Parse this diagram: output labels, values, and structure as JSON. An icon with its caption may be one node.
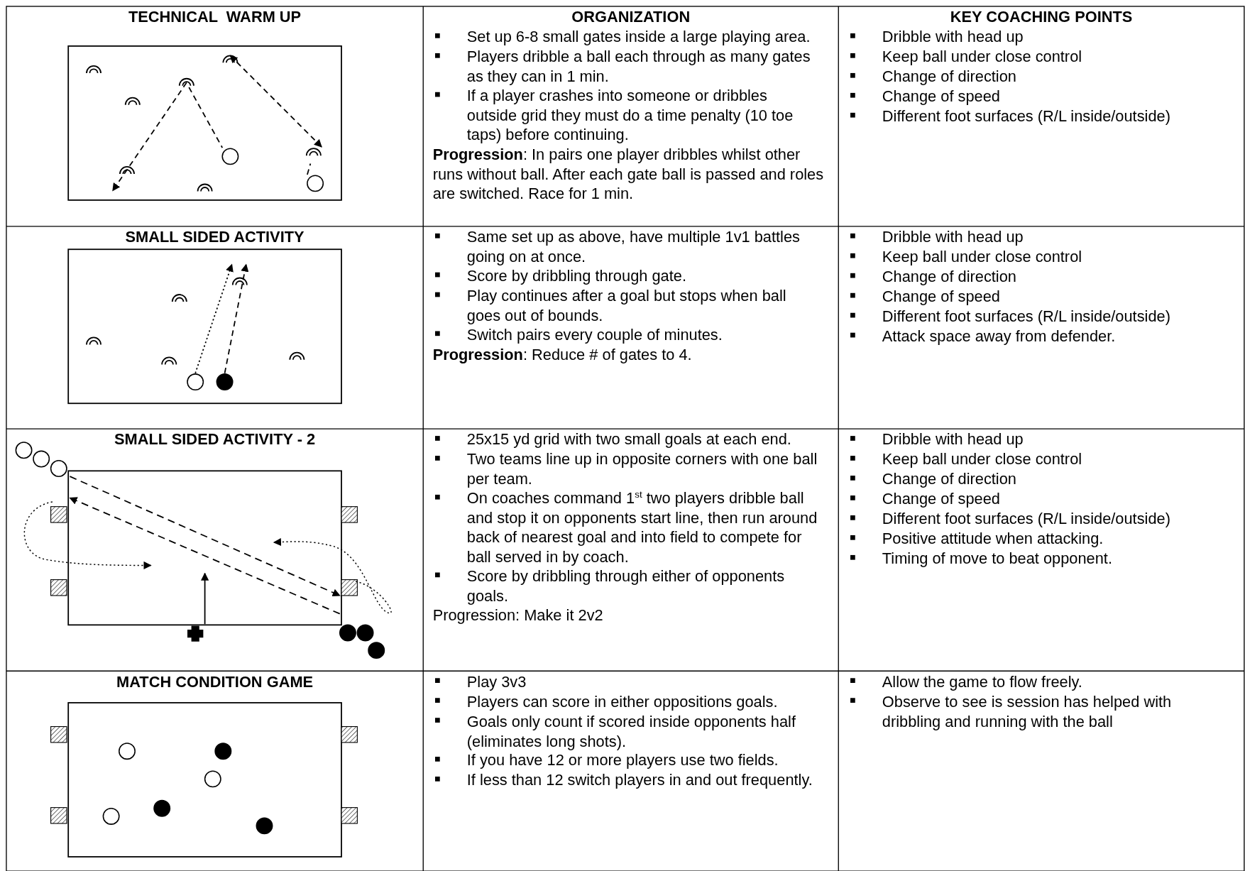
{
  "diagram": {
    "labels": [
      "TECHNICAL  WARM UP",
      "ORGANIZATION",
      "KEY COACHING POINTS",
      "Set up 6-8 small gates inside a large playing area.",
      "Players dribble a ball each through as many gates as they can in 1 min.",
      "If a player crashes into someone or dribbles outside grid they must do a time penalty (10 toe taps) before continuing.",
      "**Progression**: In pairs one player dribbles whilst other runs without ball. After each gate ball is passed and roles are switched. Race for 1 min.",
      "Dribble with head up",
      "Keep ball under close control",
      "Change of direction",
      "Change of speed",
      "Different foot surfaces (R/L inside/outside)",
      "SMALL SIDED ACTIVITY",
      "Same set up as above, have multiple 1v1 battles going on at once.",
      "Score by dribbling through gate.",
      "Play continues after a goal but stops when ball goes out of bounds.",
      "Switch pairs every couple of minutes.",
      "**Progression**: Reduce # of gates to 4.",
      "Dribble with head up",
      "Keep ball under close control",
      "Change of direction",
      "Change of speed",
      "Different foot surfaces (R/L inside/outside)",
      "Attack space away from defender.",
      "SMALL SIDED ACTIVITY - 2",
      "25x15 yd grid with two small goals at each end.",
      "Two teams line up in opposite corners with one ball per team.",
      "On coaches command 1$^{st}$ two players dribble ball and stop it on opponents start line, then run around back of nearest goal and into field to compete for ball served in by coach.",
      "Score by dribbling through either of opponents goals.",
      "Progression: Make it 2v2",
      "Dribble with head up",
      "Keep ball under close control",
      "Change of direction",
      "Change of speed",
      "Different foot surfaces (R/L inside/outside)",
      "Positive attitude when attacking.",
      "Timing of move to beat opponent.",
      "MATCH CONDITION GAME",
      "Play 3v3",
      "Players can score in either oppositions goals.",
      "Goals only count if scored inside opponents half (eliminates long shots).",
      "If you have 12 or more players use two fields.",
      "If less than 12 switch players in and out frequently.",
      "Allow the game to flow freely.",
      "Observe to see is session has helped with dribbling and running with the ball"
    ]
  }
}
